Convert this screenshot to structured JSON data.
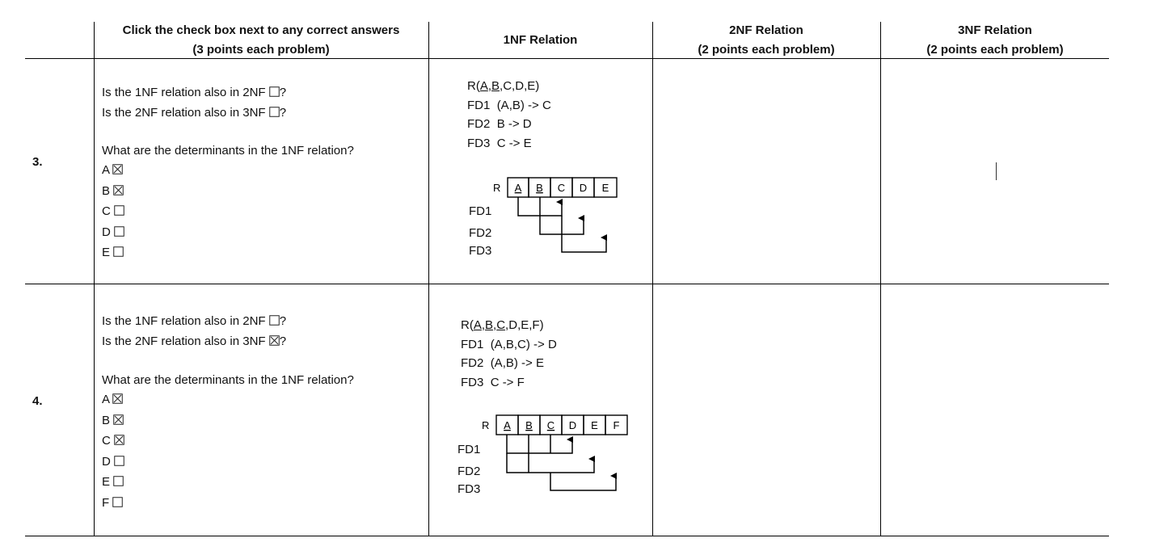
{
  "header": {
    "col1_line1": "Click the check box next to any correct answers",
    "col1_line2": "(3 points each problem)",
    "col2": "1NF Relation",
    "col3_line1": "2NF Relation",
    "col3_line2": "(2 points each problem)",
    "col4_line1": "3NF Relation",
    "col4_line2": "(2 points each problem)"
  },
  "problems": [
    {
      "number": "3.",
      "q_2nf": "Is the 1NF relation also in 2NF",
      "q_2nf_checked": false,
      "q_3nf": "Is the 2NF relation also in 3NF",
      "q_3nf_checked": false,
      "q_mark": "?",
      "determinants_question": "What are the determinants in the 1NF relation?",
      "options": [
        {
          "label": "A",
          "checked": true
        },
        {
          "label": "B",
          "checked": true
        },
        {
          "label": "C",
          "checked": false
        },
        {
          "label": "D",
          "checked": false
        },
        {
          "label": "E",
          "checked": false
        }
      ],
      "relation": {
        "name": "R",
        "attributes": [
          {
            "name": "A",
            "key": true
          },
          {
            "name": "B",
            "key": true
          },
          {
            "name": "C",
            "key": false
          },
          {
            "name": "D",
            "key": false
          },
          {
            "name": "E",
            "key": false
          }
        ]
      },
      "fds": [
        {
          "label": "FD1",
          "text": "(A,B) -> C"
        },
        {
          "label": "FD2",
          "text": "B -> D"
        },
        {
          "label": "FD3",
          "text": "C  -> E"
        }
      ],
      "nf2_answer": "",
      "nf3_answer": ""
    },
    {
      "number": "4.",
      "q_2nf": "Is the 1NF relation also in 2NF",
      "q_2nf_checked": false,
      "q_3nf": "Is the 2NF relation also in 3NF",
      "q_3nf_checked": true,
      "q_mark": "?",
      "determinants_question": "What are the determinants in the 1NF relation?",
      "options": [
        {
          "label": "A",
          "checked": true
        },
        {
          "label": "B",
          "checked": true
        },
        {
          "label": "C",
          "checked": true
        },
        {
          "label": "D",
          "checked": false
        },
        {
          "label": "E",
          "checked": false
        },
        {
          "label": "F",
          "checked": false
        }
      ],
      "relation": {
        "name": "R",
        "attributes": [
          {
            "name": "A",
            "key": true
          },
          {
            "name": "B",
            "key": true
          },
          {
            "name": "C",
            "key": true
          },
          {
            "name": "D",
            "key": false
          },
          {
            "name": "E",
            "key": false
          },
          {
            "name": "F",
            "key": false
          }
        ]
      },
      "fds": [
        {
          "label": "FD1",
          "text": "(A,B,C) -> D"
        },
        {
          "label": "FD2",
          "text": "(A,B) -> E"
        },
        {
          "label": "FD3",
          "text": "C -> F"
        }
      ],
      "nf2_answer": "",
      "nf3_answer": ""
    }
  ]
}
